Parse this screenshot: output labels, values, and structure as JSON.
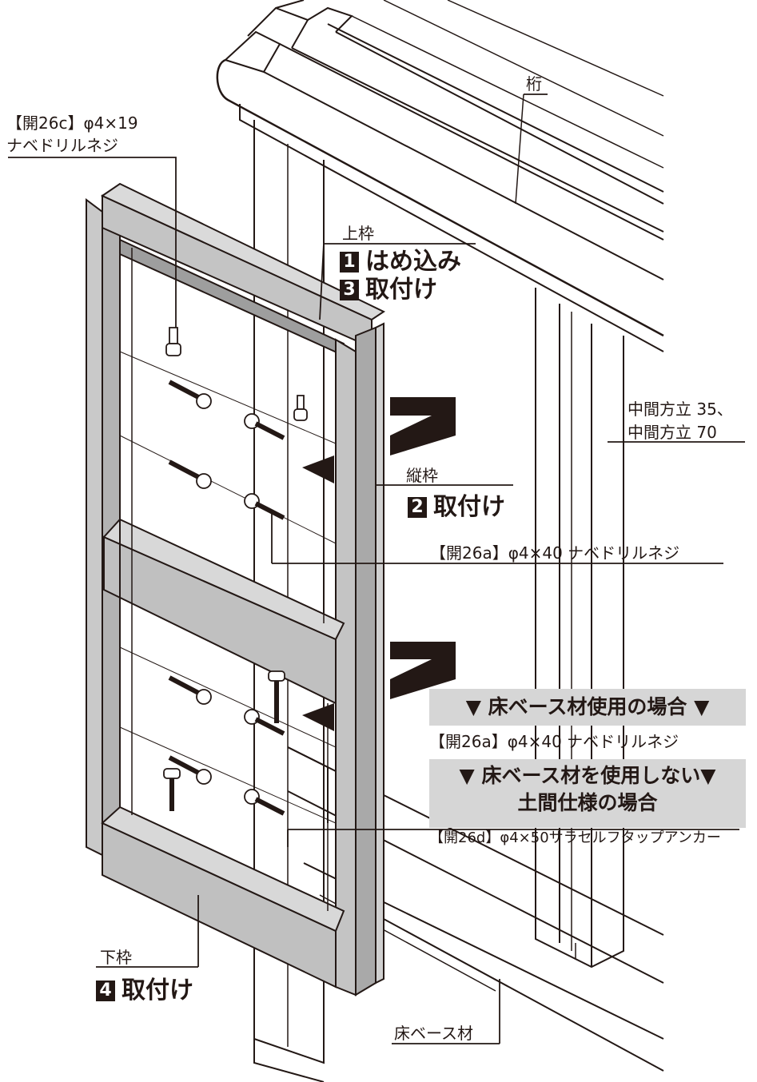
{
  "labels": {
    "keta": "桁",
    "screw_c_line1": "【開26c】φ4×19",
    "screw_c_line2": "ナベドリルネジ",
    "uwawaku": "上枠",
    "step1_num": "1",
    "step1_text": "はめ込み",
    "step3_num": "3",
    "step3_text": "取付け",
    "chukan_line1": "中間方立 35、",
    "chukan_line2": "中間方立 70",
    "tatewaku": "縦枠",
    "step2_num": "2",
    "step2_text": "取付け",
    "screw_a_1": "【開26a】φ4×40 ナベドリルネジ",
    "case_floor_base": "▼ 床ベース材使用の場合 ▼",
    "screw_a_2": "【開26a】φ4×40 ナベドリルネジ",
    "case_doma_line1": "▼ 床ベース材を使用しない▼",
    "case_doma_line2": "土間仕様の場合",
    "screw_d": "【開26d】φ4×50サラセルフタップアンカー",
    "shitawaku": "下枠",
    "step4_num": "4",
    "step4_text": "取付け",
    "floor_base": "床ベース材"
  },
  "colors": {
    "line": "#231815",
    "frame_fill": "#bdbdbd",
    "frame_dark": "#8c8c8c",
    "band_fill": "#d6d6d6"
  }
}
